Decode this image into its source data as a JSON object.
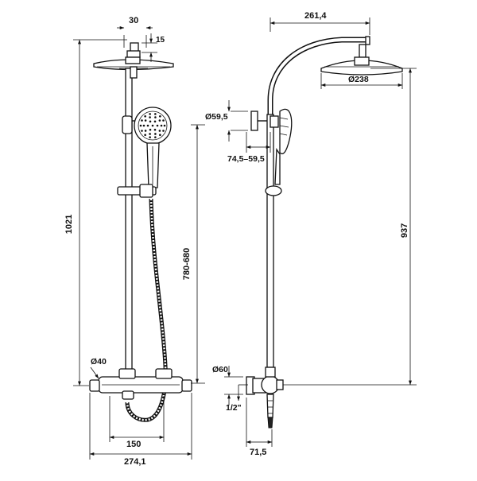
{
  "dimensions": {
    "front": {
      "handle_width": "30",
      "handle_height": "15",
      "total_height": "1021",
      "rail_height": "780-680",
      "pipe_diameter": "Ø40",
      "mount_spacing": "150",
      "total_width": "274,1"
    },
    "side": {
      "arm_reach": "261,4",
      "head_diameter": "Ø238",
      "bracket_diameter": "Ø59,5",
      "bracket_offset": "74,5–59,5",
      "overall_height": "937",
      "inlet_cover": "Ø60",
      "thread_size": "1/2\"",
      "valve_depth": "71,5"
    }
  },
  "colors": {
    "line": "#111111",
    "background": "#ffffff"
  },
  "icons": [
    "arrowhead-icon",
    "hand-shower-nozzles-icon"
  ]
}
